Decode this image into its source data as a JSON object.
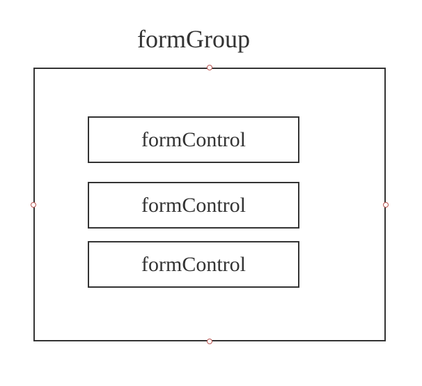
{
  "diagram": {
    "group_label": "formGroup",
    "controls": [
      {
        "label": "formControl"
      },
      {
        "label": "formControl"
      },
      {
        "label": "formControl"
      }
    ],
    "colors": {
      "stroke": "#333333",
      "handle": "#b85450"
    }
  }
}
